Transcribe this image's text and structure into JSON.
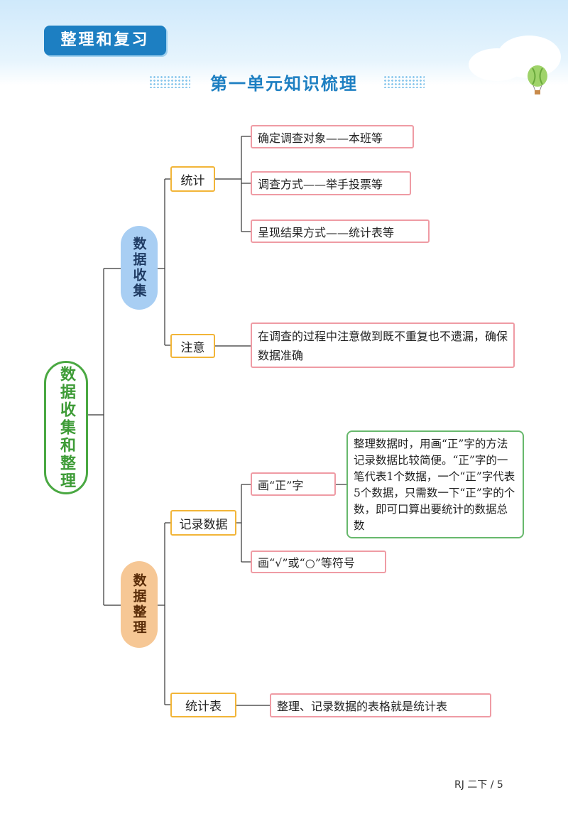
{
  "header": {
    "section_tag": "整理和复习",
    "unit_title": "第一单元知识梳理"
  },
  "mindmap": {
    "root": "数据收集和整理",
    "branches": [
      {
        "label": "数据收集",
        "children": [
          {
            "label": "统计",
            "leaves": [
              "确定调查对象——本班等",
              "调查方式——举手投票等",
              "呈现结果方式——统计表等"
            ]
          },
          {
            "label": "注意",
            "leaves": [
              "在调查的过程中注意做到既不重复也不遗漏，确保数据准确"
            ]
          }
        ]
      },
      {
        "label": "数据整理",
        "children": [
          {
            "label": "记录数据",
            "leaves": [
              "画“正”字",
              "画“√”或“○”等符号"
            ],
            "note": "整理数据时，用画“正”字的方法记录数据比较简便。“正”字的一笔代表1个数据，一个“正”字代表5个数据，只需数一下“正”字的个数，即可口算出要统计的数据总数"
          },
          {
            "label": "统计表",
            "leaves": [
              "整理、记录数据的表格就是统计表"
            ]
          }
        ]
      }
    ]
  },
  "footer": {
    "page_label": "RJ 二下 / 5"
  },
  "colors": {
    "header_blue": "#1d7fc2",
    "root_green": "#4aa842",
    "collect_blue": "#a8cef3",
    "organize_orange": "#f6c795",
    "sub_border": "#f2b538",
    "leaf_border": "#ef9ba4",
    "note_border": "#67b86c"
  }
}
